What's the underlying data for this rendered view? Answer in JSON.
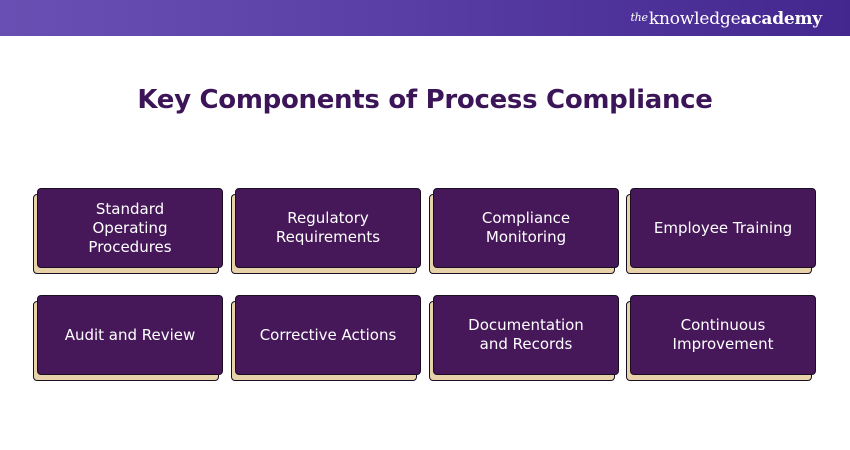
{
  "header": {
    "brand_the": "the",
    "brand_knowledge": "knowledge",
    "brand_academy": "academy"
  },
  "title": "Key Components of Process Compliance",
  "components": [
    {
      "label": "Standard Operating Procedures"
    },
    {
      "label": "Regulatory Requirements"
    },
    {
      "label": "Compliance Monitoring"
    },
    {
      "label": "Employee Training"
    },
    {
      "label": "Audit and Review"
    },
    {
      "label": "Corrective Actions"
    },
    {
      "label": "Documentation and Records"
    },
    {
      "label": "Continuous Improvement"
    }
  ],
  "colors": {
    "header_gradient_start": "#6a4fb3",
    "header_gradient_end": "#43278f",
    "title": "#3b1558",
    "card_fill": "#461859",
    "card_shadow": "#e8d2a9",
    "card_text": "#ffffff"
  }
}
